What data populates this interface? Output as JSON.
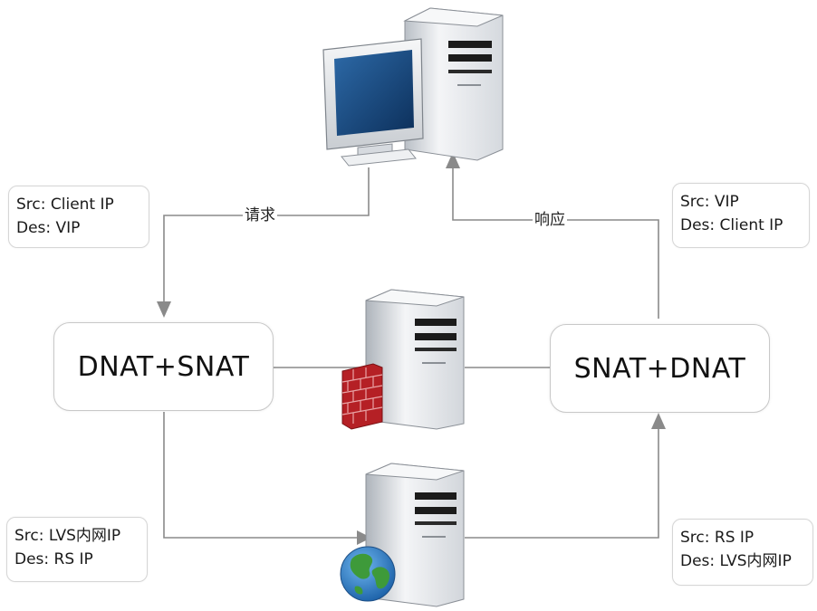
{
  "colors": {
    "connector": "#8a8a8a",
    "box_border": "#c8c8c8",
    "server_body": "#e9ebee",
    "screen": "#0f3f73",
    "firewall_brick": "#c9262b",
    "globe_water": "#2a7fd0",
    "globe_land": "#3e9a3a"
  },
  "client": {
    "icon": "desktop-computer-icon"
  },
  "edges": {
    "request_label": "请求",
    "response_label": "响应"
  },
  "nat_left": {
    "label": "DNAT+SNAT"
  },
  "nat_right": {
    "label": "SNAT+DNAT"
  },
  "lvs": {
    "icon": "firewall-server-icon"
  },
  "real_server": {
    "icon": "web-server-globe-icon"
  },
  "notes": {
    "top_left": {
      "line1": "Src: Client IP",
      "line2": "Des: VIP"
    },
    "top_right": {
      "line1": "Src: VIP",
      "line2": "Des: Client IP"
    },
    "bottom_left": {
      "line1": "Src: LVS内网IP",
      "line2": "Des: RS IP"
    },
    "bottom_right": {
      "line1": "Src: RS IP",
      "line2": "Des: LVS内网IP"
    }
  }
}
